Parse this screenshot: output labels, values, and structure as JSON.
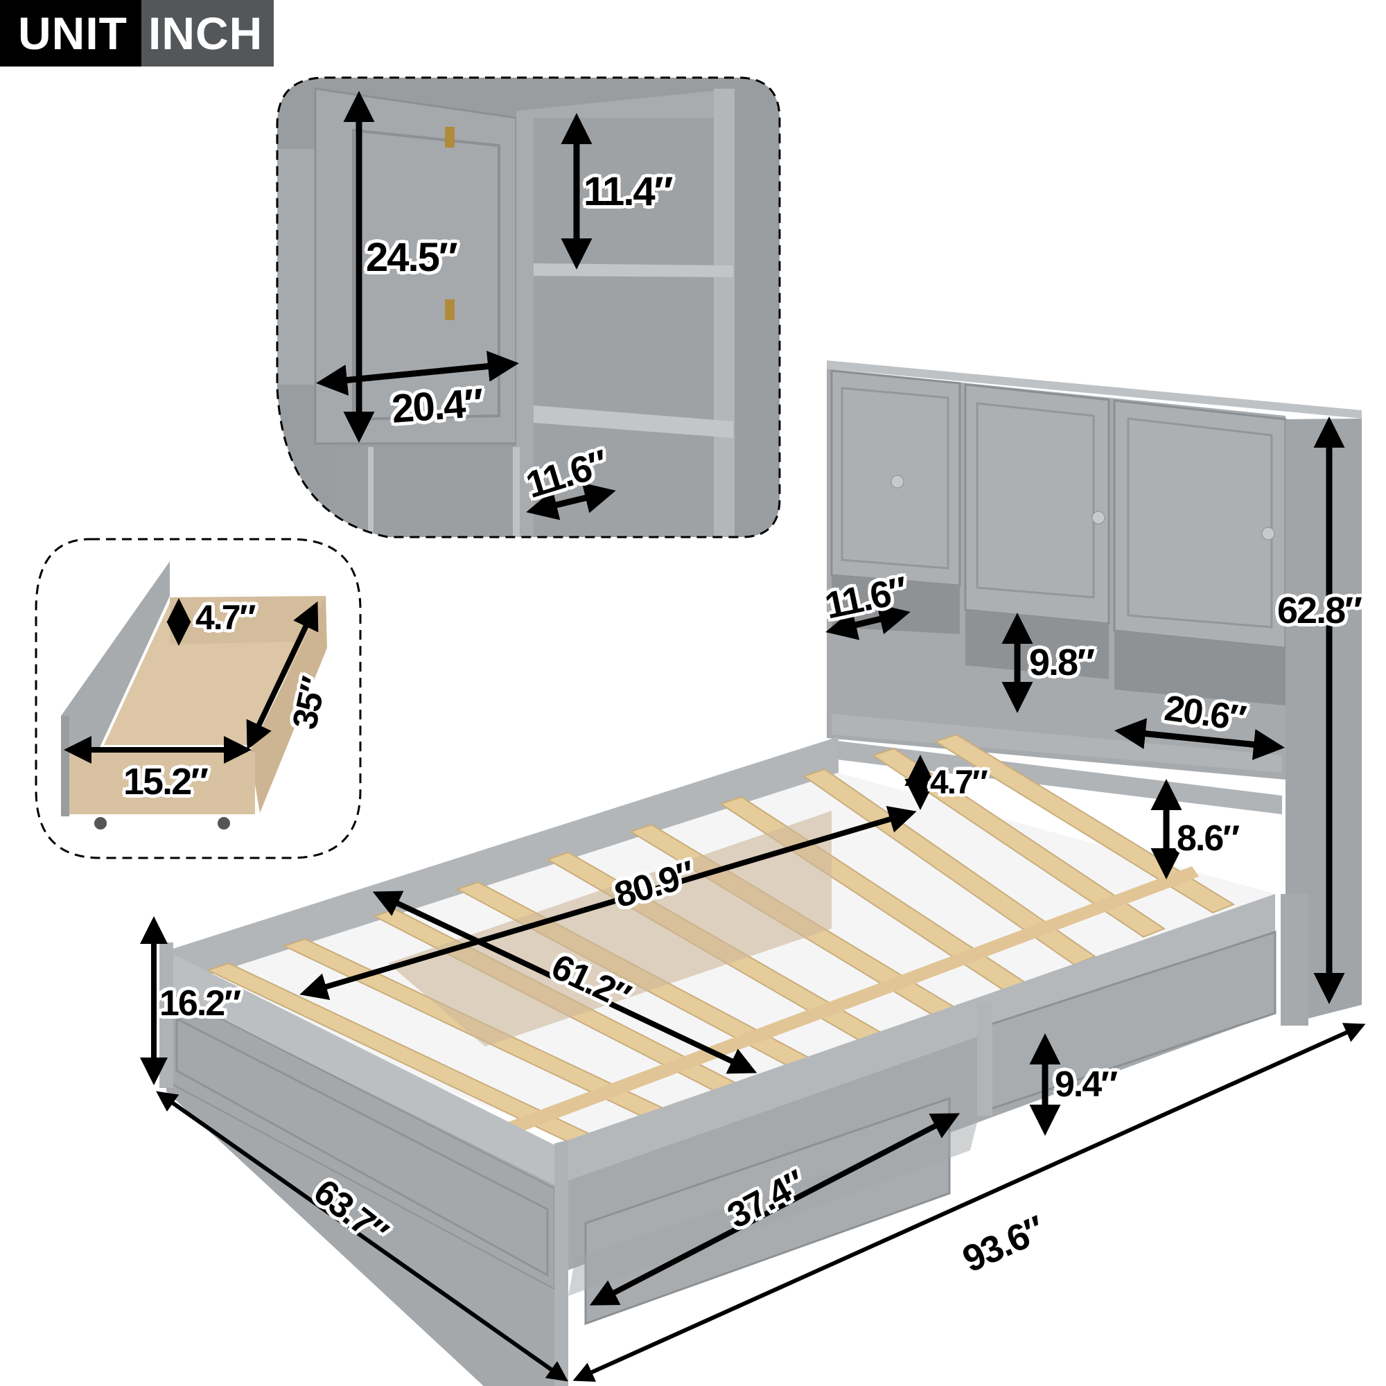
{
  "unit_badge": {
    "label": "UNIT",
    "value": "INCH"
  },
  "callouts": {
    "cabinet_detail": {
      "height_door": "24.5″",
      "shelf_height": "11.4″",
      "door_width": "20.4″",
      "cubby_depth": "11.6″"
    },
    "drawer_detail": {
      "drawer_height": "4.7″",
      "drawer_length": "35″",
      "drawer_width": "15.2″"
    }
  },
  "main_dimensions": {
    "headboard_depth": "11.6″",
    "cubby_height": "9.8″",
    "cubby_width": "20.6″",
    "total_height": "62.8″",
    "slat_clearance": "4.7″",
    "rail_height": "8.6″",
    "mattress_length": "80.9″",
    "mattress_width": "61.2″",
    "bed_height": "16.2″",
    "side_drawer_height": "9.4″",
    "side_drawer_length": "37.4″",
    "overall_width": "63.7″",
    "overall_length": "93.6″"
  },
  "colors": {
    "frame_gray": "#a3a6a9",
    "frame_gray_dark": "#8e9194",
    "frame_gray_light": "#b7babd",
    "wood_slat": "#e8cfa2",
    "wood_drawer": "#d9c3a4",
    "badge_black": "#000000",
    "badge_gray": "#54575a"
  }
}
